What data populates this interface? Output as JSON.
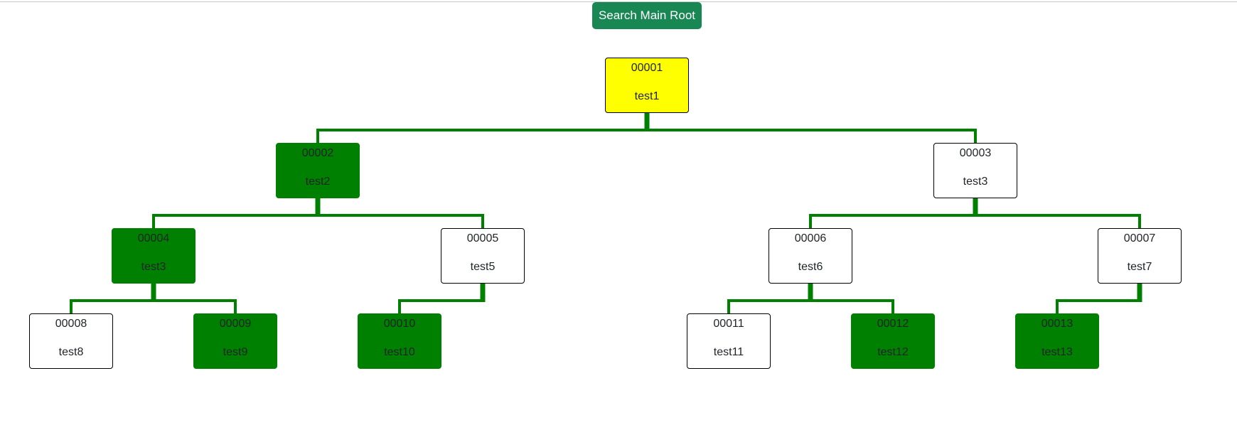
{
  "header": {
    "search_button_label": "Search Main Root"
  },
  "colors": {
    "connector": "#008000",
    "root_fill": "#ffff00",
    "filled_node": "#008000",
    "plain_node": "#ffffff",
    "button": "#198754"
  },
  "tree": {
    "nodes": [
      {
        "id": "00001",
        "name": "test1",
        "style": "root"
      },
      {
        "id": "00002",
        "name": "test2",
        "style": "filled"
      },
      {
        "id": "00003",
        "name": "test3",
        "style": "plain"
      },
      {
        "id": "00004",
        "name": "test3",
        "style": "filled"
      },
      {
        "id": "00005",
        "name": "test5",
        "style": "plain"
      },
      {
        "id": "00006",
        "name": "test6",
        "style": "plain"
      },
      {
        "id": "00007",
        "name": "test7",
        "style": "plain"
      },
      {
        "id": "00008",
        "name": "test8",
        "style": "plain"
      },
      {
        "id": "00009",
        "name": "test9",
        "style": "filled"
      },
      {
        "id": "00010",
        "name": "test10",
        "style": "filled"
      },
      {
        "id": "00011",
        "name": "test11",
        "style": "plain"
      },
      {
        "id": "00012",
        "name": "test12",
        "style": "filled"
      },
      {
        "id": "00013",
        "name": "test13",
        "style": "filled"
      }
    ],
    "edges": [
      [
        "00001",
        "00002"
      ],
      [
        "00001",
        "00003"
      ],
      [
        "00002",
        "00004"
      ],
      [
        "00002",
        "00005"
      ],
      [
        "00003",
        "00006"
      ],
      [
        "00003",
        "00007"
      ],
      [
        "00004",
        "00008"
      ],
      [
        "00004",
        "00009"
      ],
      [
        "00005",
        "00010"
      ],
      [
        "00006",
        "00011"
      ],
      [
        "00006",
        "00012"
      ],
      [
        "00007",
        "00013"
      ]
    ]
  }
}
